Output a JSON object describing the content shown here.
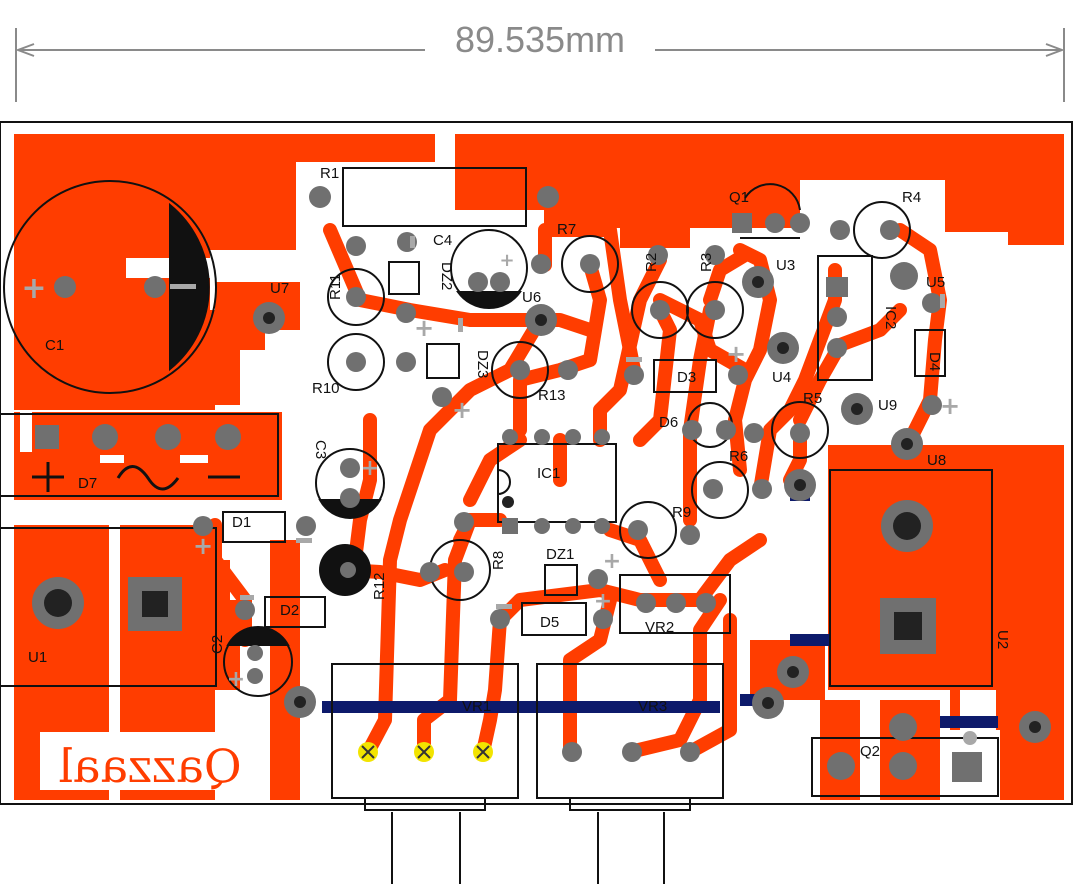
{
  "dimension_label": "89.535mm",
  "brand_text": "Qazzaal",
  "colors": {
    "copper": "#ff3d00",
    "pad": "#707070",
    "jumper": "#0d1a6b",
    "silk": "#111111"
  },
  "labels": {
    "R1": "R1",
    "R2": "R2",
    "R3": "R3",
    "R4": "R4",
    "R5": "R5",
    "R6": "R6",
    "R7": "R7",
    "R8": "R8",
    "R9": "R9",
    "R10": "R10",
    "R11": "R11",
    "R12": "R12",
    "R13": "R13",
    "C1": "C1",
    "C2": "C2",
    "C3": "C3",
    "C4": "C4",
    "D1": "D1",
    "D2": "D2",
    "D3": "D3",
    "D4": "D4",
    "D5": "D5",
    "D6": "D6",
    "D7": "D7",
    "DZ1": "DZ1",
    "DZ2": "DZ2",
    "DZ3": "DZ3",
    "U1": "U1",
    "U2": "U2",
    "U3": "U3",
    "U4": "U4",
    "U5": "U5",
    "U6": "U6",
    "U7": "U7",
    "U8": "U8",
    "U9": "U9",
    "Q1": "Q1",
    "Q2": "Q2",
    "IC1": "IC1",
    "IC2": "IC2",
    "VR1": "VR1",
    "VR2": "VR2",
    "VR3": "VR3"
  }
}
